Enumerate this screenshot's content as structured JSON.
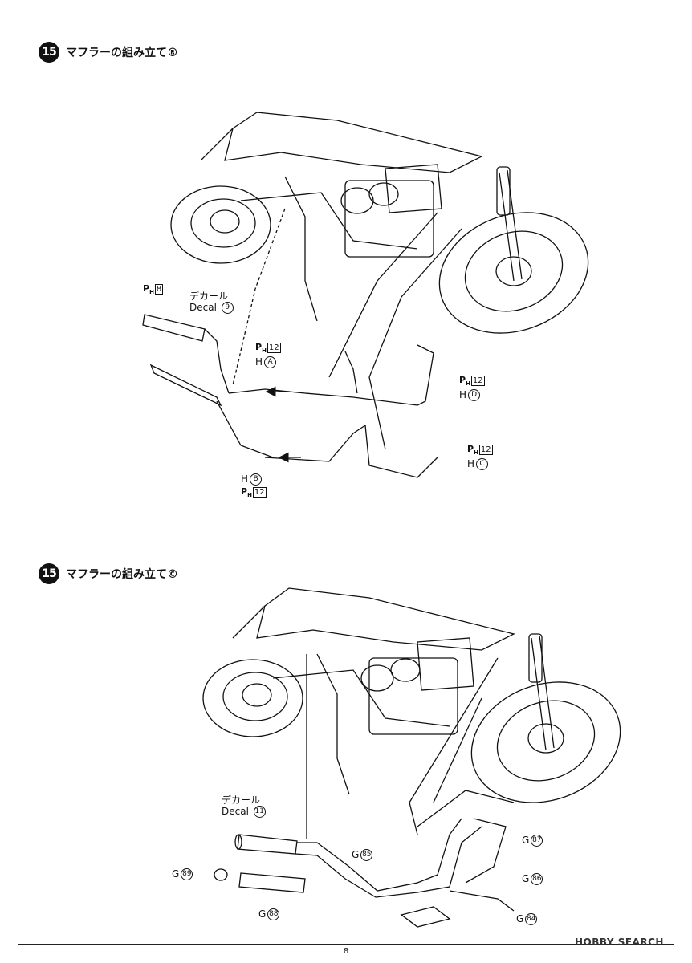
{
  "steps": [
    {
      "number": "15",
      "title": "マフラーの組み立て®"
    },
    {
      "number": "15",
      "title": "マフラーの組み立て©"
    }
  ],
  "section1": {
    "decal_jp": "デカール",
    "decal_en": "Decal",
    "decal_num": "9",
    "ph": "P",
    "ph_sub": "H",
    "ph8": "8",
    "ph12": "12",
    "h": "H",
    "a": "A",
    "b": "B",
    "c": "C",
    "d": "D"
  },
  "section2": {
    "decal_jp": "デカール",
    "decal_en": "Decal",
    "decal_num": "11",
    "g": "G",
    "g84": "84",
    "g85": "85",
    "g86": "86",
    "g87": "87",
    "g88": "88",
    "g89": "89"
  },
  "page_number": "8",
  "watermark": "HOBBY SEARCH"
}
